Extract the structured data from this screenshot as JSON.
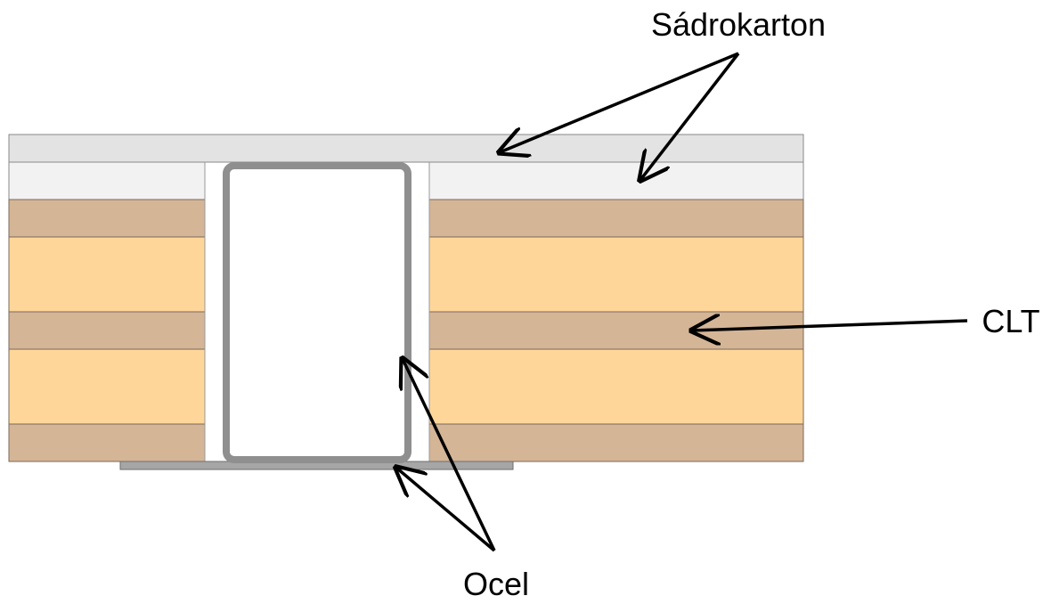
{
  "labels": {
    "sadrokarton": "Sádrokarton",
    "clt": "CLT",
    "ocel": "Ocel"
  },
  "colors": {
    "gypsum_top": "#e3e3e3",
    "gypsum_second": "#f2f2f2",
    "clt_cross": "#d4b596",
    "clt_long": "#ffd699",
    "steel": "#8f8f8f",
    "steel_plate": "#a6a6a6",
    "outline": "#7a6a5a",
    "arrow": "#000000"
  }
}
